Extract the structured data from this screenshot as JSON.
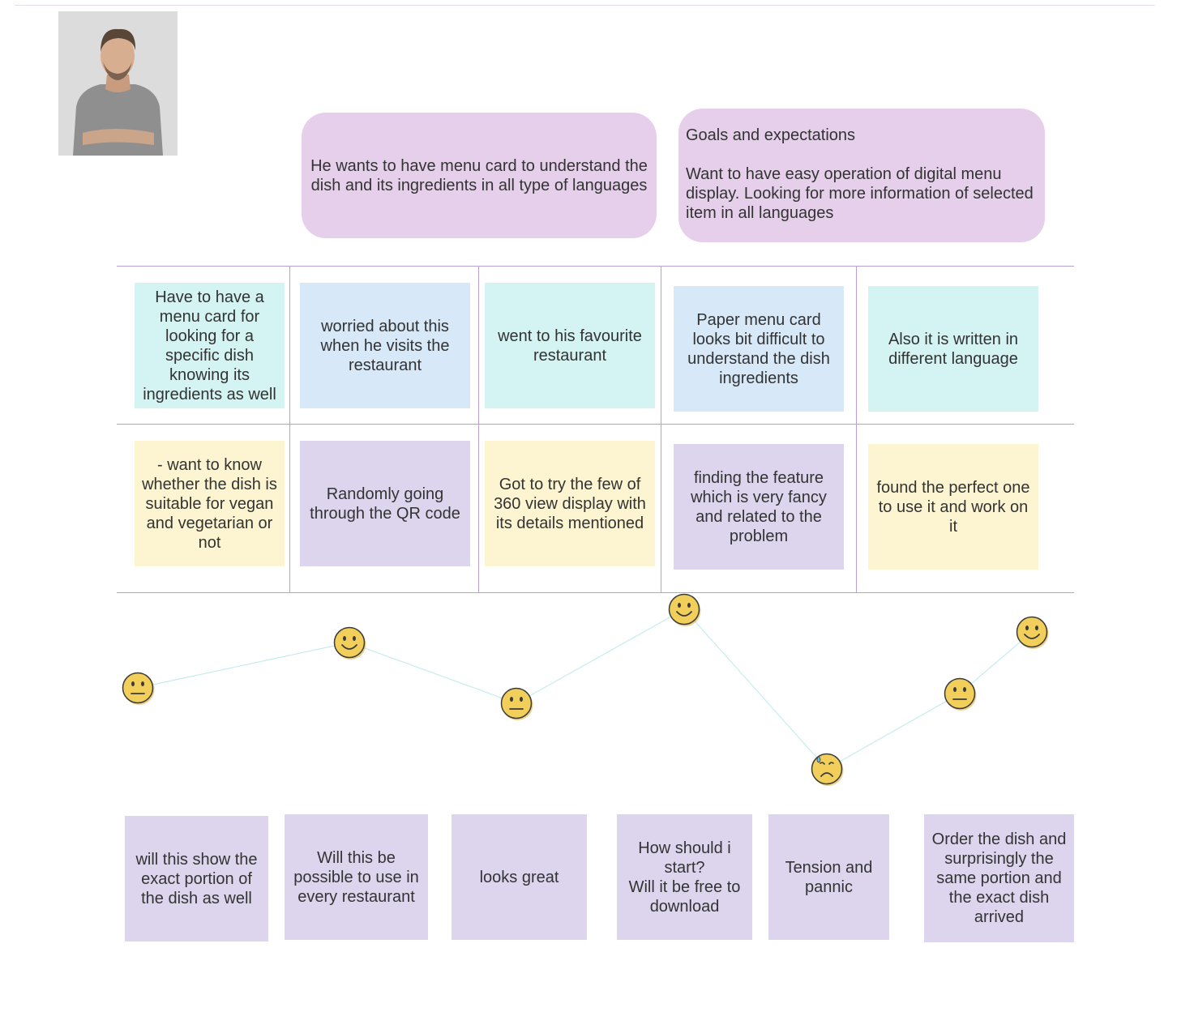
{
  "persona": {
    "photo_icon": "man-portrait"
  },
  "problem_statement": "He wants to have menu card to understand the dish and its ingredients in all type of languages",
  "goals": {
    "title": "Goals and expectations",
    "body": "Want to have easy operation of digital menu display. Looking for more information of selected item in all languages"
  },
  "row_actions": [
    "Have to have a menu card for looking for a specific dish knowing its ingredients as well",
    "worried about this when he visits the restaurant",
    "went to his favourite restaurant",
    "Paper menu card looks bit difficult to understand the dish ingredients",
    "Also it is written in different language"
  ],
  "row_thoughts": [
    "- want to know whether the dish is suitable for vegan and vegetarian or not",
    "Randomly going through the QR code",
    "Got to try the few of 360 view display with its details mentioned",
    "finding the feature which is very fancy and related to the problem",
    "found the perfect one to use it and work on it"
  ],
  "emotion_curve": {
    "points": [
      {
        "emotion": "neutral"
      },
      {
        "emotion": "happy"
      },
      {
        "emotion": "neutral"
      },
      {
        "emotion": "happy"
      },
      {
        "emotion": "sad"
      },
      {
        "emotion": "neutral"
      },
      {
        "emotion": "happy"
      }
    ],
    "colors": {
      "face": "#f2cf5b",
      "outline": "#3b3b3b",
      "line": "#c6ecec",
      "tear": "#6ab8e6"
    }
  },
  "feelings": [
    "will this show the exact portion of the dish as well",
    "Will this be possible to use in every restaurant",
    "looks great",
    "How should i start?\nWill it be free to download",
    "Tension and pannic",
    "Order the dish and surprisingly the same portion and the exact dish arrived"
  ]
}
